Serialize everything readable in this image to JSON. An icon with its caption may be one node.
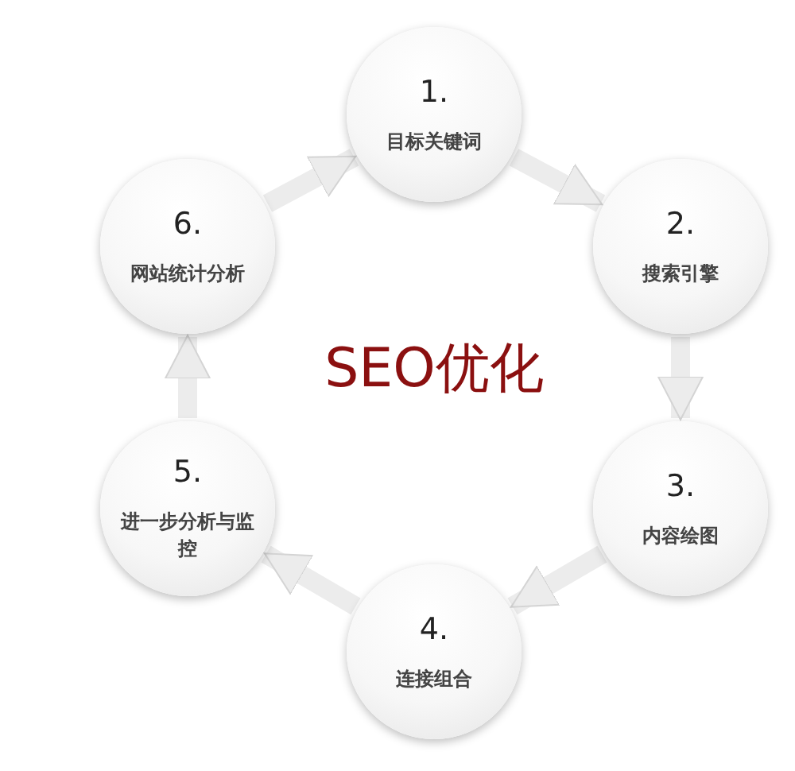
{
  "diagram": {
    "title": "SEO优化",
    "nodes": [
      {
        "text": [
          "1.",
          "目标关键词"
        ]
      },
      {
        "text": [
          "2.",
          "搜索引擎"
        ]
      },
      {
        "text": [
          "3.",
          "内容绘图"
        ]
      },
      {
        "text": [
          "4.",
          "连接组合"
        ]
      },
      {
        "text": [
          "5.",
          "进一步分析与监控"
        ]
      },
      {
        "text": [
          "6.",
          "网站统计分析"
        ]
      }
    ],
    "edges": [
      {
        "from": 0,
        "to": 1,
        "arrow": "to"
      },
      {
        "from": 1,
        "to": 2,
        "arrow": "to"
      },
      {
        "from": 2,
        "to": 3,
        "arrow": "to"
      },
      {
        "from": 3,
        "to": 4,
        "arrow": "to"
      },
      {
        "from": 4,
        "to": 5,
        "arrow": "to"
      },
      {
        "from": 5,
        "to": 0,
        "arrow": "to"
      }
    ]
  }
}
